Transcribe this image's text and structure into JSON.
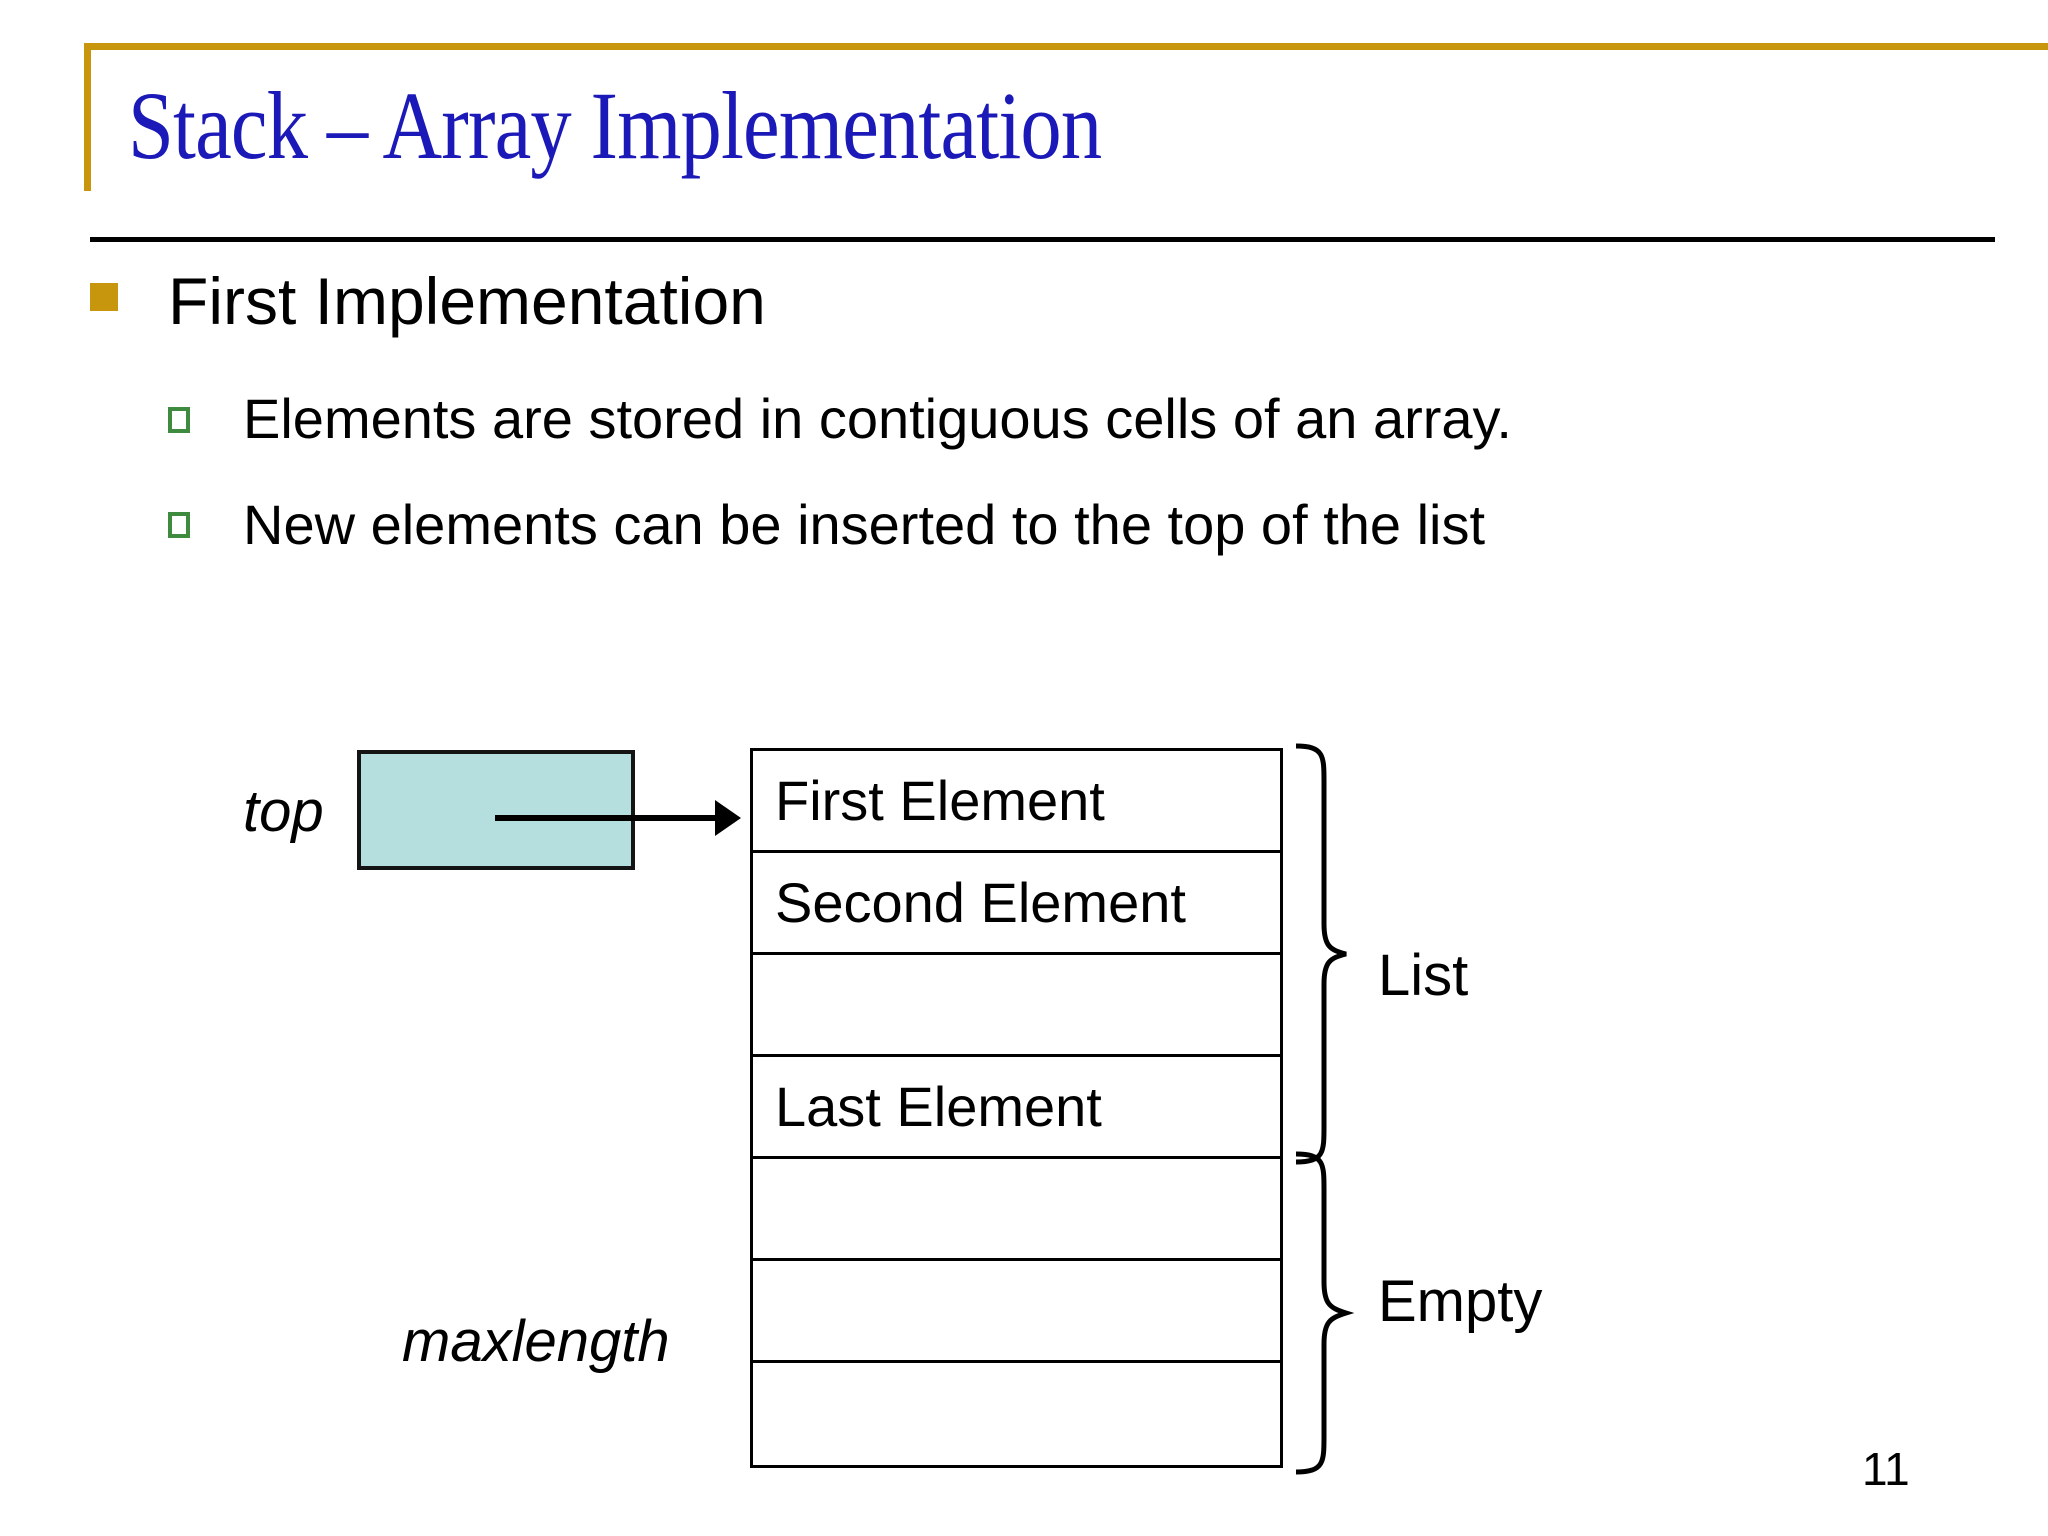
{
  "slide": {
    "title": "Stack – Array Implementation",
    "page_number": "11",
    "accent_gold": "#C8960C",
    "title_color": "#1B19B7",
    "bullet_green": "#3E8A3E",
    "pointer_box_fill": "#B5DFDF"
  },
  "bullets": {
    "level1": "First Implementation",
    "level2": [
      "Elements are stored in contiguous cells of an array.",
      "New elements can be inserted to the top of the list"
    ]
  },
  "diagram": {
    "pointer_label": "top",
    "maxlength_label": "maxlength",
    "cells": [
      {
        "text": "First Element"
      },
      {
        "text": "Second Element"
      },
      {
        "text": ""
      },
      {
        "text": "Last Element"
      },
      {
        "text": ""
      },
      {
        "text": ""
      },
      {
        "text": ""
      }
    ],
    "brace_list_label": "List",
    "brace_empty_label": "Empty"
  }
}
